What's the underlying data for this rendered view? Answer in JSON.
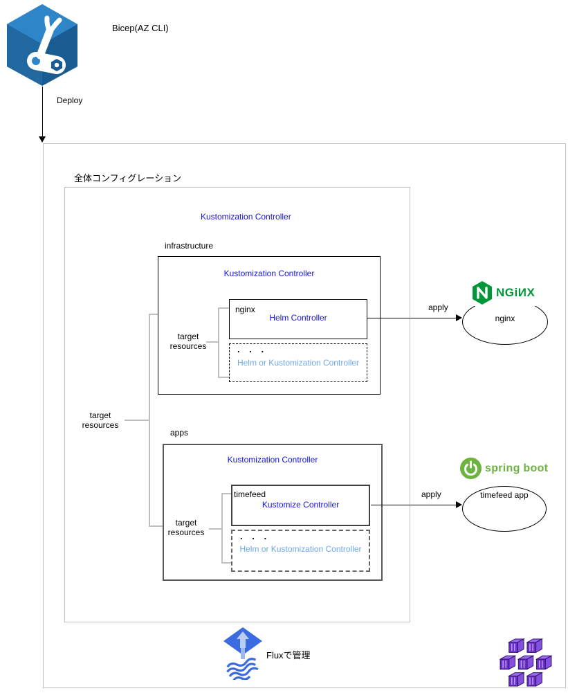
{
  "colors": {
    "controller_blue": "#1414e6",
    "muted_controller_blue": "#6ca9ec",
    "nginx_green": "#009639",
    "spring_green": "#6db33f",
    "flux_blue": "#3b6be0",
    "bicep_blue": "#2471ae",
    "container_purple": "#7c3bd6",
    "bracket_gray": "#bfbfbf"
  },
  "bicep": {
    "title": "Bicep(AZ CLI)",
    "deploy_label": "Deploy",
    "icon": "bicep-robot-arm-icon"
  },
  "config": {
    "title": "全体コンフィグレーション",
    "flux_caption": "Fluxで管理",
    "root_controller": {
      "label": "Kustomization Controller",
      "target_resources": "target resources"
    },
    "infrastructure": {
      "section_label": "infrastructure",
      "controller_label": "Kustomization Controller",
      "target_resources": "target resources",
      "item": {
        "name": "nginx",
        "controller": "Helm Controller"
      },
      "more": {
        "dots": ". . .",
        "label": "Helm or Kustomization Controller"
      },
      "apply_label": "apply",
      "result": {
        "brand": "NGINX",
        "wordmark": "NGiИX",
        "node_label": "nginx"
      }
    },
    "apps": {
      "section_label": "apps",
      "controller_label": "Kustomization Controller",
      "target_resources": "target resources",
      "item": {
        "name": "timefeed",
        "controller": "Kustomize Controller"
      },
      "more": {
        "dots": ". . .",
        "label": "Helm or Kustomization Controller"
      },
      "apply_label": "apply",
      "result": {
        "brand": "spring boot",
        "node_label": "timefeed app"
      }
    }
  }
}
